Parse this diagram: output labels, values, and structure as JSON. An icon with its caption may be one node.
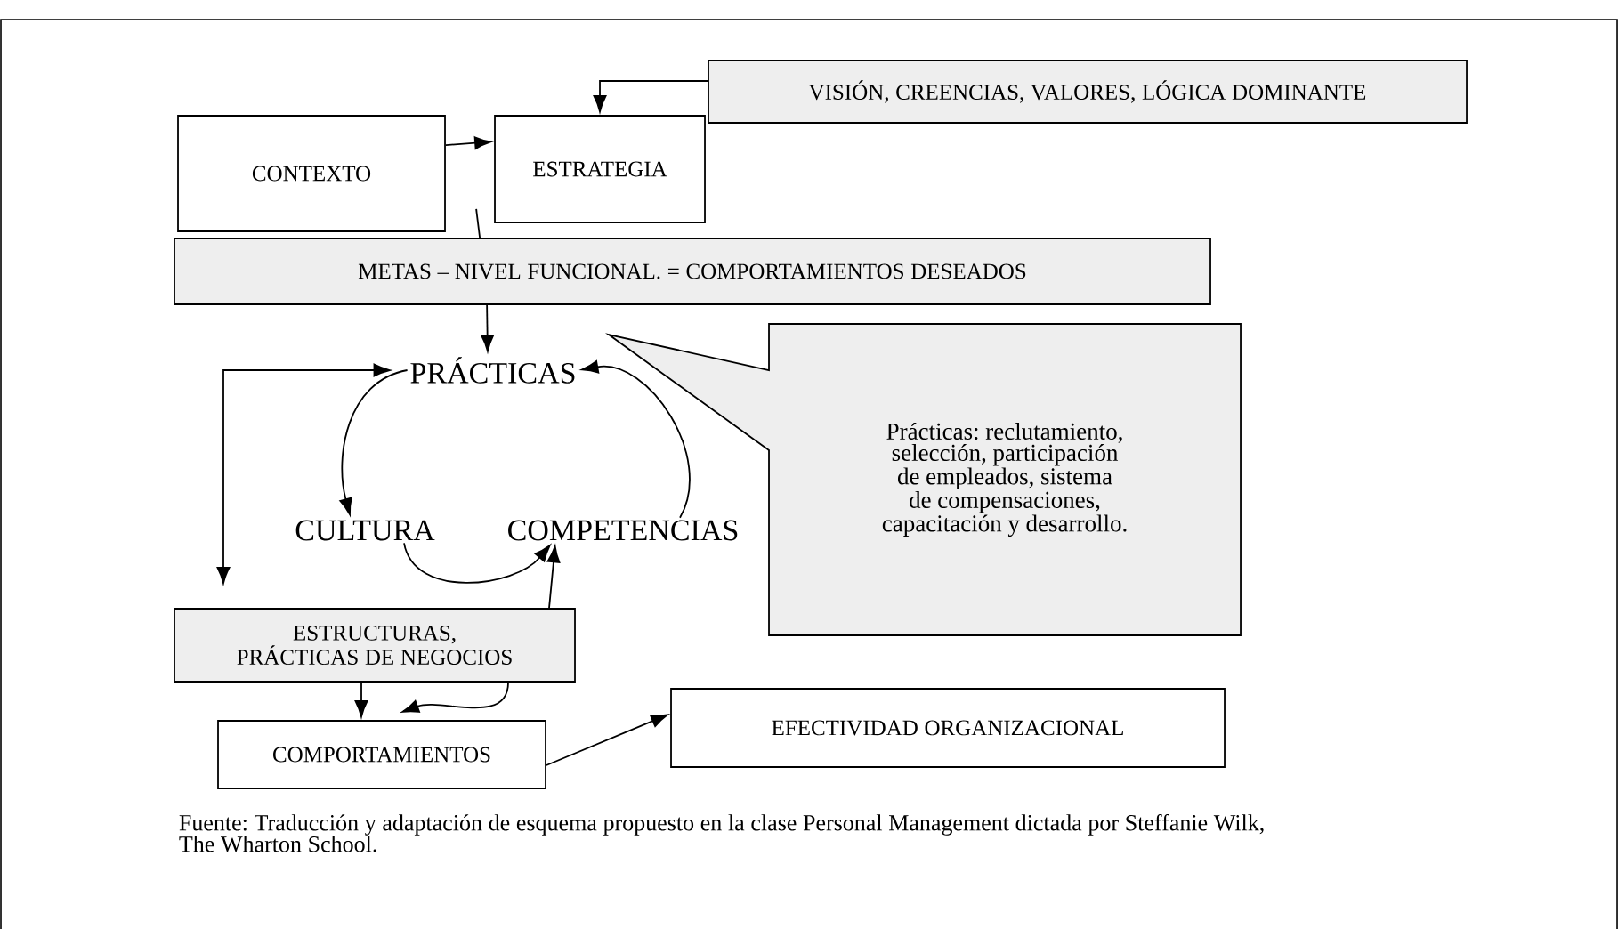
{
  "diagram": {
    "caption": "Fuente: Traducción y adaptación de esquema propuesto en la clase Personal Management dictada por Steffanie Wilk, The Wharton School.",
    "nodes": [
      {
        "text": [
          "VISIÓN, CREENCIAS, VALORES, LÓGICA DOMINANTE"
        ]
      },
      {
        "text": [
          "CONTEXTO"
        ]
      },
      {
        "text": [
          "ESTRATEGIA"
        ]
      },
      {
        "text": [
          "METAS – NIVEL FUNCIONAL. = COMPORTAMIENTOS DESEADOS"
        ]
      },
      {
        "text": [
          "PRÁCTICAS"
        ]
      },
      {
        "text": [
          "Prácticas: reclutamiento, selección, participación de empleados, sistema de compensaciones, capacitación y desarrollo."
        ]
      },
      {
        "text": [
          "CULTURA"
        ]
      },
      {
        "text": [
          "COMPETENCIAS"
        ]
      },
      {
        "text": [
          "ESTRUCTURAS, PRÁCTICAS DE NEGOCIOS"
        ]
      },
      {
        "text": [
          "COMPORTAMIENTOS"
        ]
      },
      {
        "text": [
          "EFECTIVIDAD ORGANIZACIONAL"
        ]
      }
    ],
    "edges": [
      {
        "from": 0,
        "to": 2,
        "arrow": "to"
      },
      {
        "from": 1,
        "to": 2,
        "arrow": "to"
      },
      {
        "from": 2,
        "to": 3,
        "arrow": "none"
      },
      {
        "from": 3,
        "to": 4,
        "arrow": "to"
      },
      {
        "from": 4,
        "to": 6,
        "arrow": "to"
      },
      {
        "from": 7,
        "to": 4,
        "arrow": "to"
      },
      {
        "from": 6,
        "to": 7,
        "arrow": "to"
      },
      {
        "from": 8,
        "to": 7,
        "arrow": "to"
      },
      {
        "from": 4,
        "to": 8,
        "arrow": "both"
      },
      {
        "from": 8,
        "to": 9,
        "arrow": "to"
      },
      {
        "from": 8,
        "to": 9,
        "arrow": "to"
      },
      {
        "from": 9,
        "to": 10,
        "arrow": "to"
      }
    ]
  }
}
